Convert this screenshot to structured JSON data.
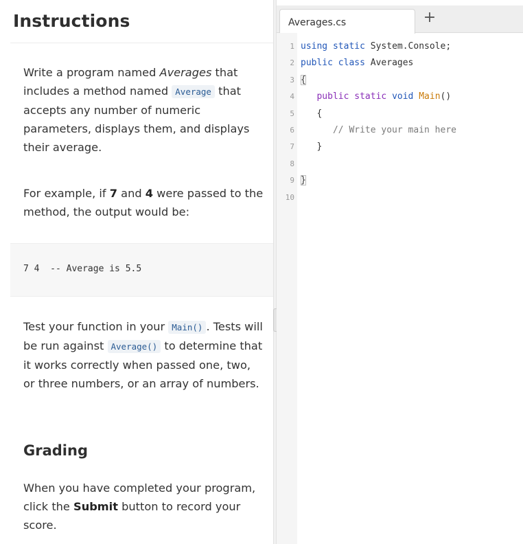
{
  "instructions": {
    "title": "Instructions",
    "p1": {
      "t1": "Write a program named ",
      "em": "Averages",
      "t2": " that includes a method named ",
      "code": "Average",
      "t3": " that accepts any number of numeric parameters, displays them, and displays their average."
    },
    "p2": {
      "t1": "For example, if ",
      "b1": "7",
      "t2": " and ",
      "b2": "4",
      "t3": " were passed to the method, the output would be:"
    },
    "example_output": "7 4  -- Average is 5.5",
    "p3": {
      "t1": "Test your function in your ",
      "code1": "Main()",
      "t2": ". Tests will be run against ",
      "code2": "Average()",
      "t3": " to determine that it works correctly when passed one, two, or three numbers, or an array of numbers."
    },
    "grading_title": "Grading",
    "p4": {
      "t1": "When you have completed your program, click the ",
      "b1": "Submit",
      "t2": " button to record your score."
    }
  },
  "editor": {
    "tab_label": "Averages.cs",
    "add_tab_label": "+",
    "lines": [
      {
        "n": "1",
        "parts": [
          {
            "c": "kw2",
            "t": "using"
          },
          {
            "c": "ident",
            "t": " "
          },
          {
            "c": "kw2",
            "t": "static"
          },
          {
            "c": "ident",
            "t": " System.Console;"
          }
        ]
      },
      {
        "n": "2",
        "parts": [
          {
            "c": "kw2",
            "t": "public"
          },
          {
            "c": "ident",
            "t": " "
          },
          {
            "c": "kw2",
            "t": "class"
          },
          {
            "c": "ident",
            "t": " Averages"
          }
        ]
      },
      {
        "n": "3",
        "parts": [
          {
            "c": "ident brace-match",
            "t": "{"
          }
        ]
      },
      {
        "n": "4",
        "parts": [
          {
            "c": "ident",
            "t": "   "
          },
          {
            "c": "kw",
            "t": "public"
          },
          {
            "c": "ident",
            "t": " "
          },
          {
            "c": "kw",
            "t": "static"
          },
          {
            "c": "ident",
            "t": " "
          },
          {
            "c": "kw2",
            "t": "void"
          },
          {
            "c": "ident",
            "t": " "
          },
          {
            "c": "method",
            "t": "Main"
          },
          {
            "c": "ident",
            "t": "()"
          }
        ]
      },
      {
        "n": "5",
        "parts": [
          {
            "c": "ident",
            "t": "   {"
          }
        ]
      },
      {
        "n": "6",
        "parts": [
          {
            "c": "comment",
            "t": "      // Write your main here"
          }
        ]
      },
      {
        "n": "7",
        "parts": [
          {
            "c": "ident",
            "t": "   }"
          }
        ]
      },
      {
        "n": "8",
        "parts": []
      },
      {
        "n": "9",
        "parts": [
          {
            "c": "ident brace-match",
            "t": "}"
          }
        ]
      },
      {
        "n": "10",
        "parts": []
      }
    ]
  }
}
